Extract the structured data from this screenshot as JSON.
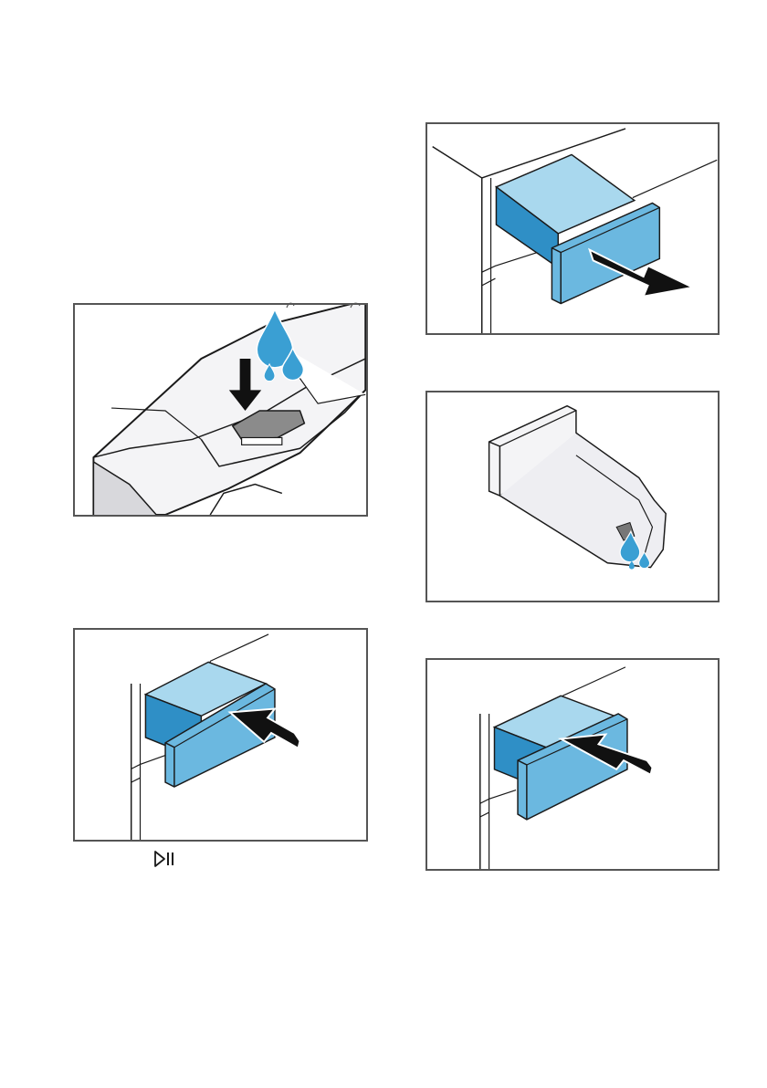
{
  "colors": {
    "frame": "#555555",
    "water": "#3a9fd3",
    "drawer_light": "#a9d8ee",
    "drawer_mid": "#6bb8e0",
    "drawer_dark": "#2f8fc6",
    "arrow": "#111111"
  },
  "figures": [
    {
      "name": "pour-liquid-into-chamber",
      "icon": "water-drops-icon"
    },
    {
      "name": "push-drawer-in",
      "icon": "push-arrow-icon"
    },
    {
      "name": "pull-drawer-out",
      "icon": "pull-arrow-icon"
    },
    {
      "name": "drain-drawer",
      "icon": "water-drops-icon"
    },
    {
      "name": "push-drawer-in-again",
      "icon": "push-arrow-icon"
    }
  ],
  "button_symbol": {
    "icon": "start-pause-icon"
  }
}
